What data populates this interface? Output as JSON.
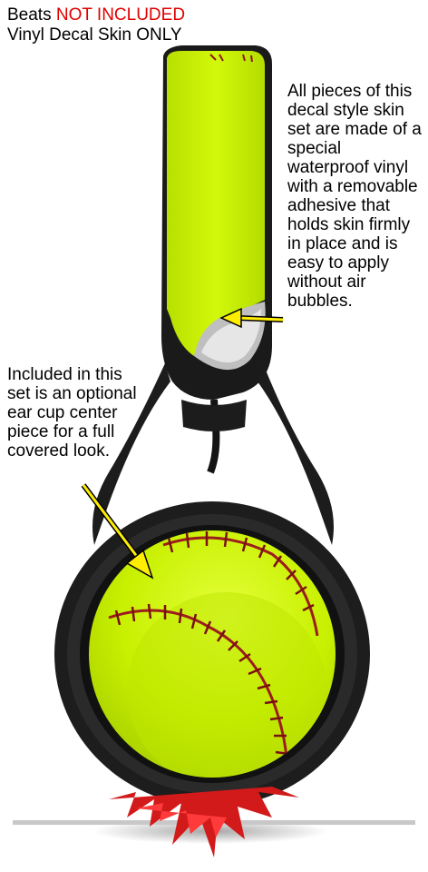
{
  "header": {
    "line1_prefix": "Beats",
    "line1_highlight": "NOT INCLUDED",
    "line2": "Vinyl Decal Skin ONLY"
  },
  "callouts": {
    "right": "All pieces of this decal style skin set are made of a special waterproof vinyl with a removable adhesive that holds skin firmly in place and is easy to apply without air bubbles.",
    "left": "Included in this set is an optional ear cup center piece for a full covered look."
  },
  "product": {
    "skin_color": "#c8f000",
    "stitch_color": "#8a1a1a",
    "frame_color": "#1a1a1a",
    "arrow_color": "#ffee00"
  }
}
